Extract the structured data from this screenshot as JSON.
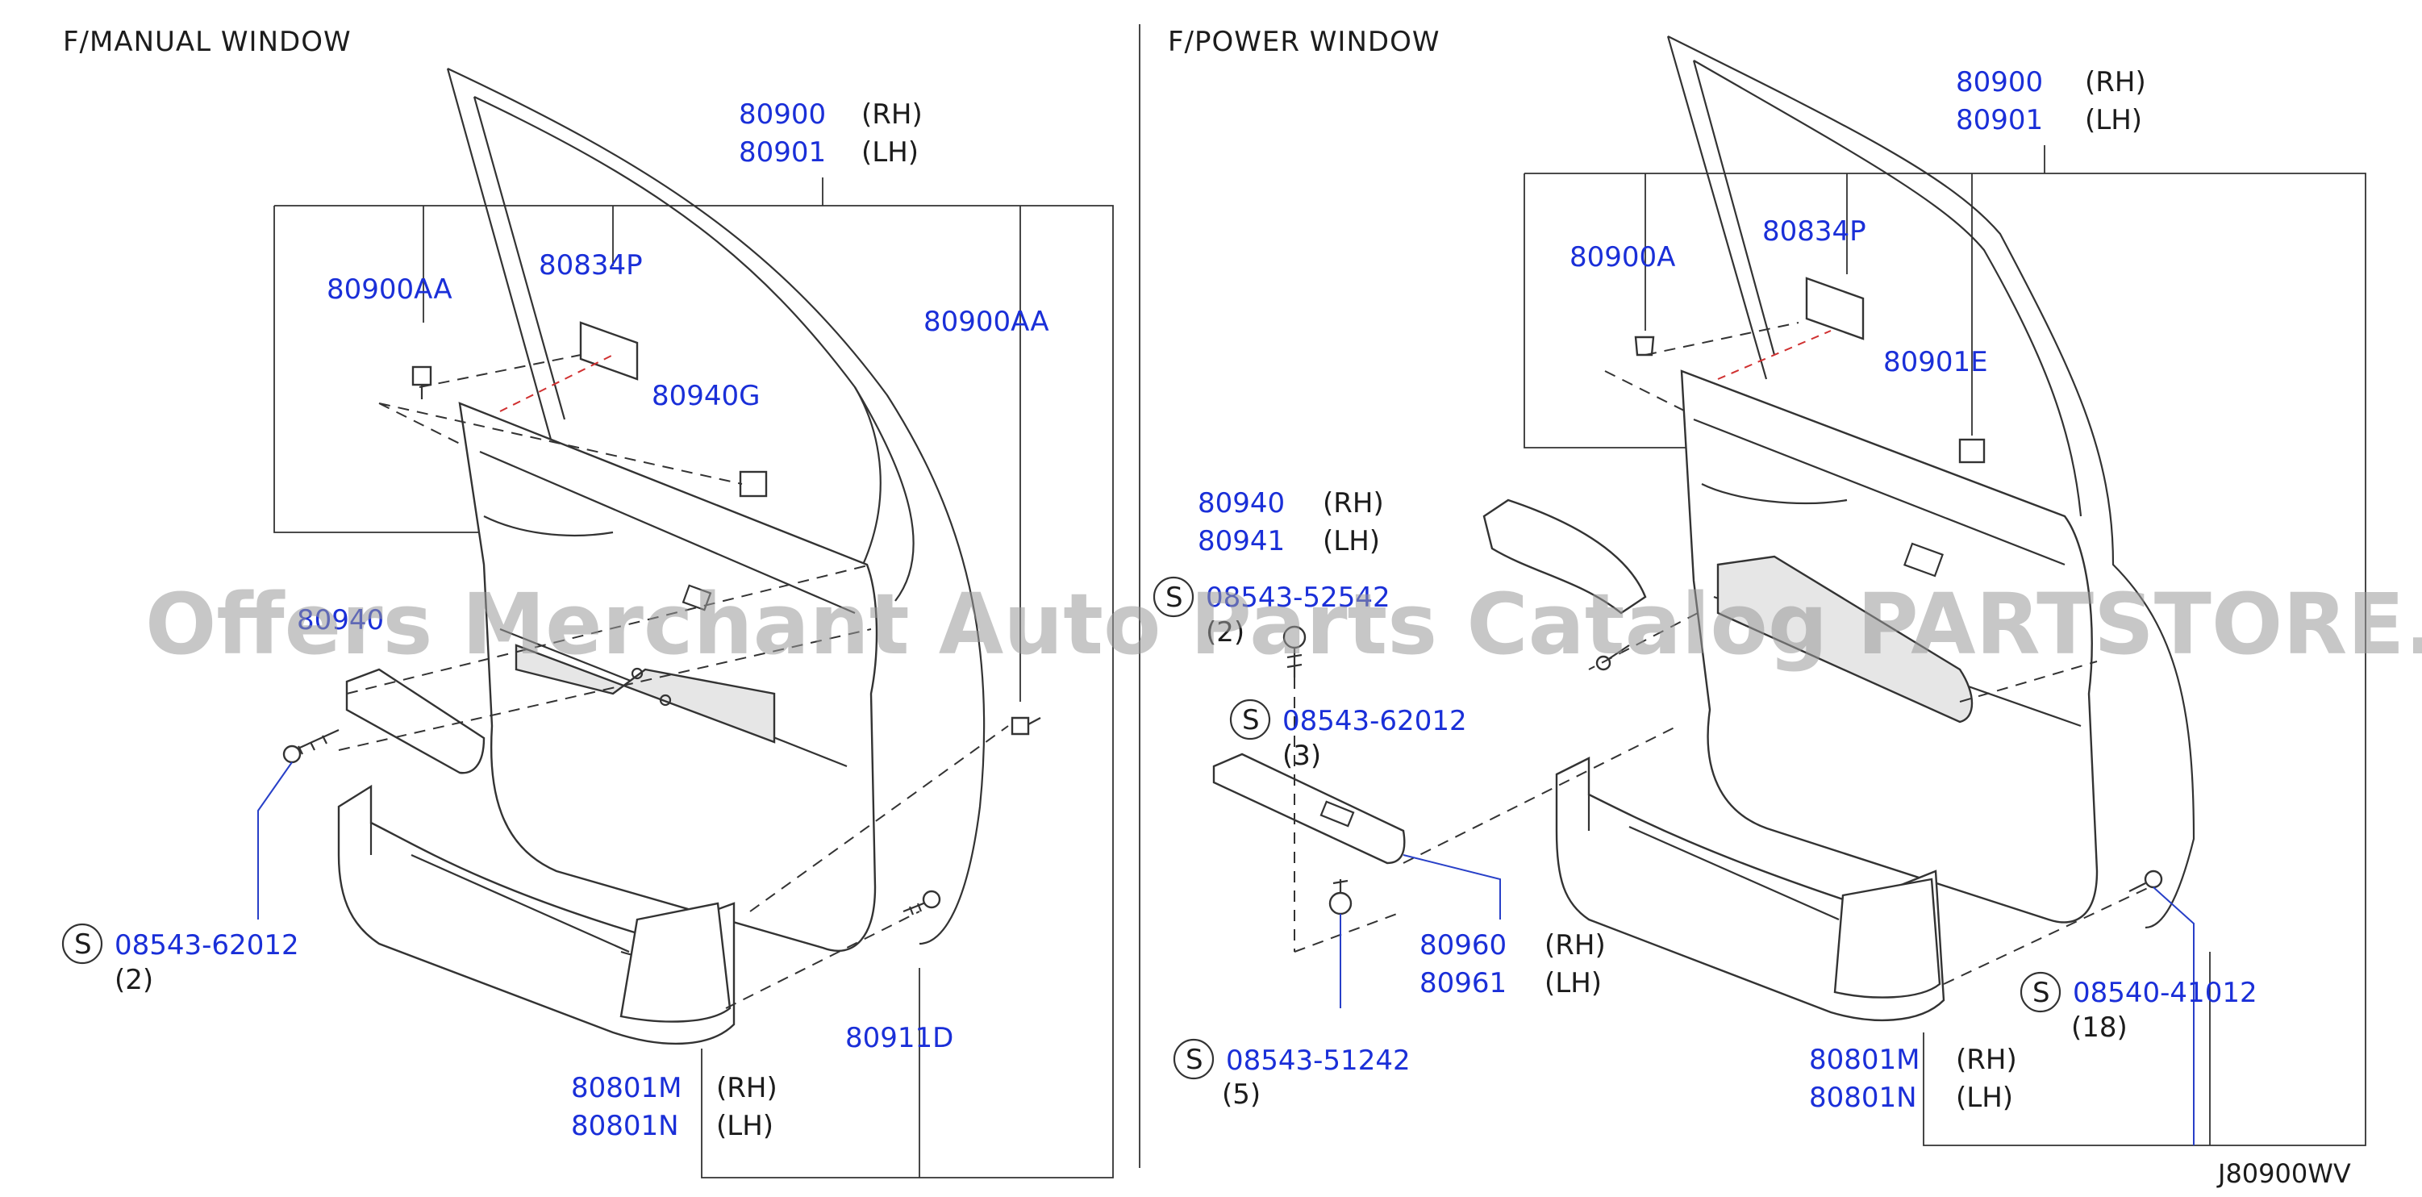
{
  "manual": {
    "title": "F/MANUAL   WINDOW",
    "glass_rh": "80900",
    "glass_rh_side": "(RH)",
    "glass_lh": "80901",
    "glass_lh_side": "(LH)",
    "clip_left": "80900AA",
    "label_pad": "80834P",
    "clip_right": "80900AA",
    "clip_g": "80940G",
    "pull_handle": "80940",
    "screw": "08543-62012",
    "screw_qty": "(2)",
    "trim_rh": "80801M",
    "trim_rh_side": "(RH)",
    "trim_lh": "80801N",
    "trim_lh_side": "(LH)",
    "bolt": "80911D"
  },
  "power": {
    "title": "F/POWER   WINDOW",
    "glass_rh": "80900",
    "glass_rh_side": "(RH)",
    "glass_lh": "80901",
    "glass_lh_side": "(LH)",
    "clip_a": "80900A",
    "label_pad": "80834P",
    "clip_e": "80901E",
    "armrest_rh": "80940",
    "armrest_rh_side": "(RH)",
    "armrest_lh": "80941",
    "armrest_lh_side": "(LH)",
    "screw_top": "08543-52542",
    "screw_top_qty": "(2)",
    "screw_mid": "08543-62012",
    "screw_mid_qty": "(3)",
    "switch_rh": "80960",
    "switch_rh_side": "(RH)",
    "switch_lh": "80961",
    "switch_lh_side": "(LH)",
    "screw_bottom": "08543-51242",
    "screw_bottom_qty": "(5)",
    "screw_right": "08540-41012",
    "screw_right_qty": "(18)",
    "trim_rh": "80801M",
    "trim_rh_side": "(RH)",
    "trim_lh": "80801N",
    "trim_lh_side": "(LH)"
  },
  "screw_marker": "S",
  "diagram_code": "J80900WV",
  "watermark": "Offers Merchant Auto Parts Catalog PARTSTORE.SA"
}
